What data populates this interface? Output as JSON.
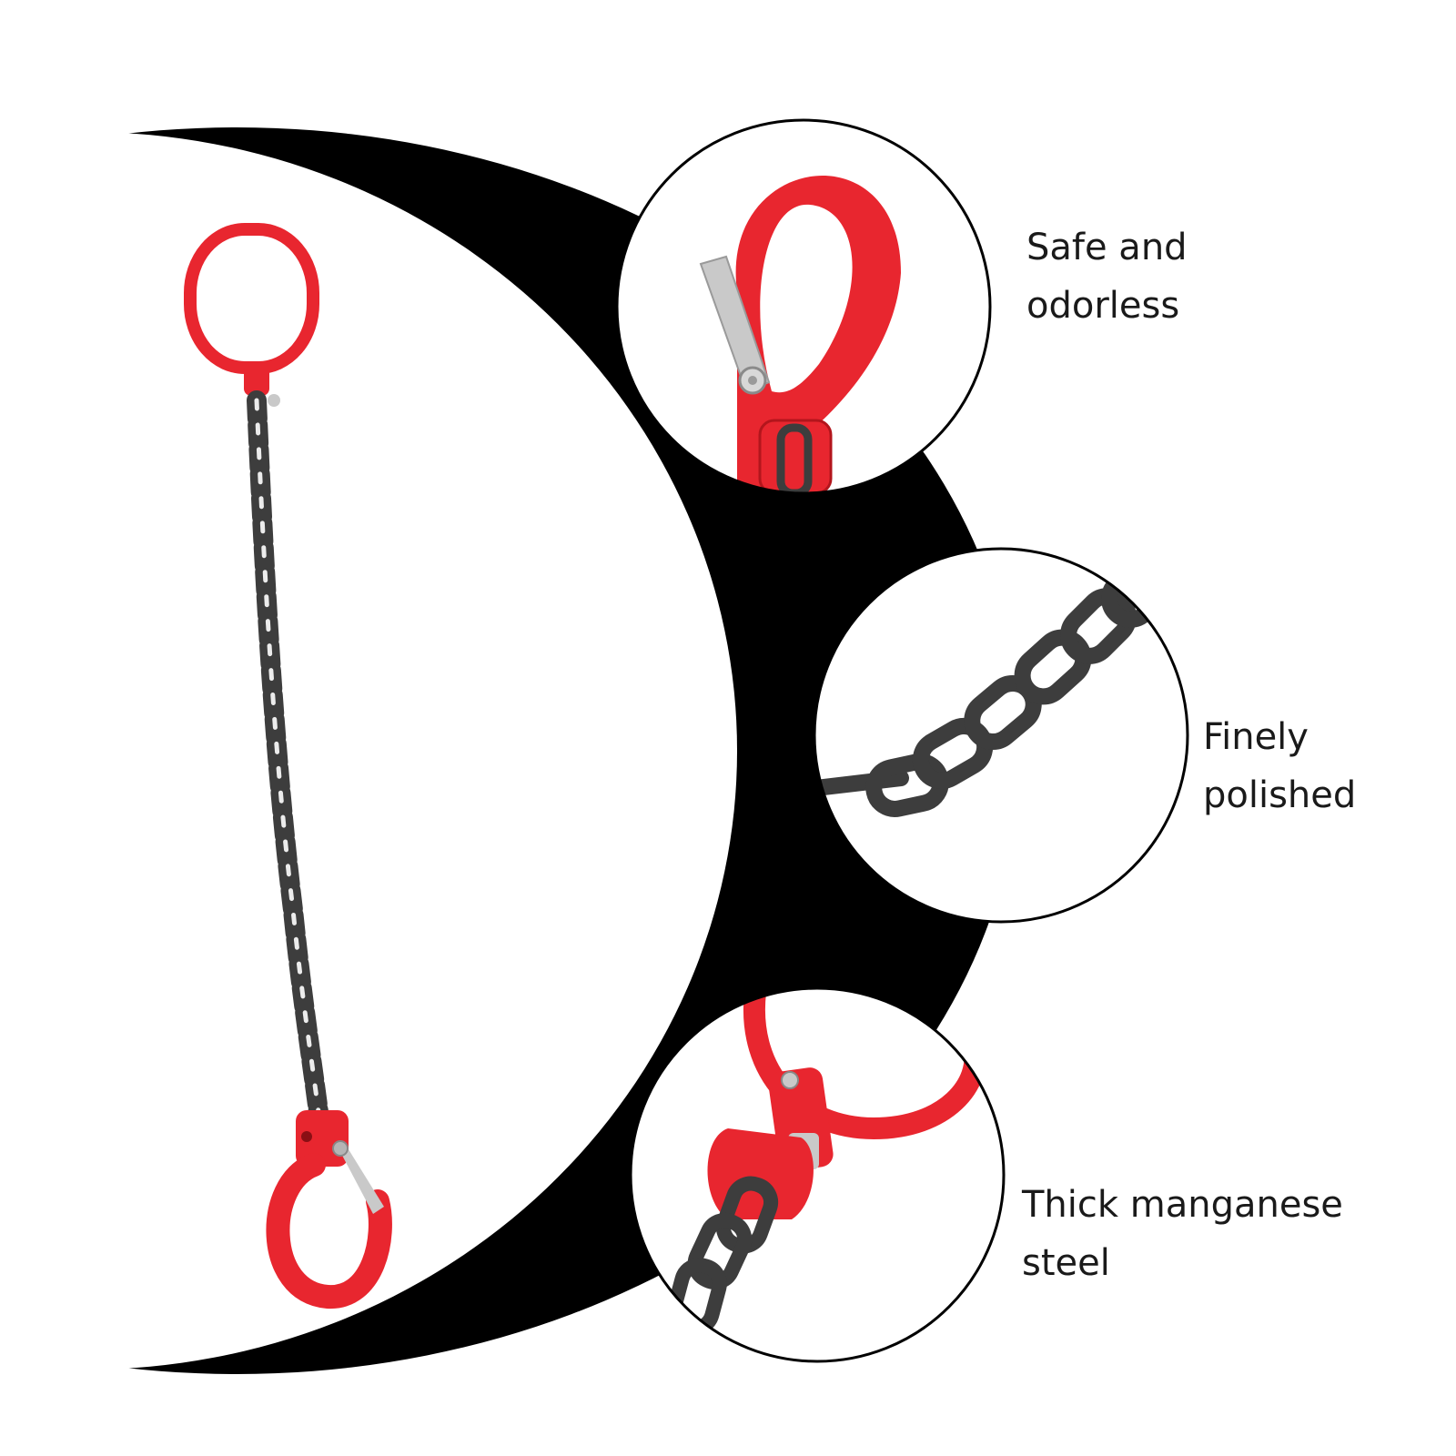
{
  "features": [
    {
      "lines": [
        "Safe and",
        "odorless"
      ],
      "icon": "hook-closeup-icon"
    },
    {
      "lines": [
        "Finely",
        "polished"
      ],
      "icon": "chain-links-closeup-icon"
    },
    {
      "lines": [
        "Thick manganese",
        "steel"
      ],
      "icon": "master-link-coupler-closeup-icon"
    }
  ],
  "colors": {
    "background": "#ffffff",
    "backdrop": "#000000",
    "hardware_red": "#e8262f",
    "chain_gray": "#3d3d3d",
    "latch_silver": "#c9c9c9",
    "text": "#1a1a1a"
  }
}
